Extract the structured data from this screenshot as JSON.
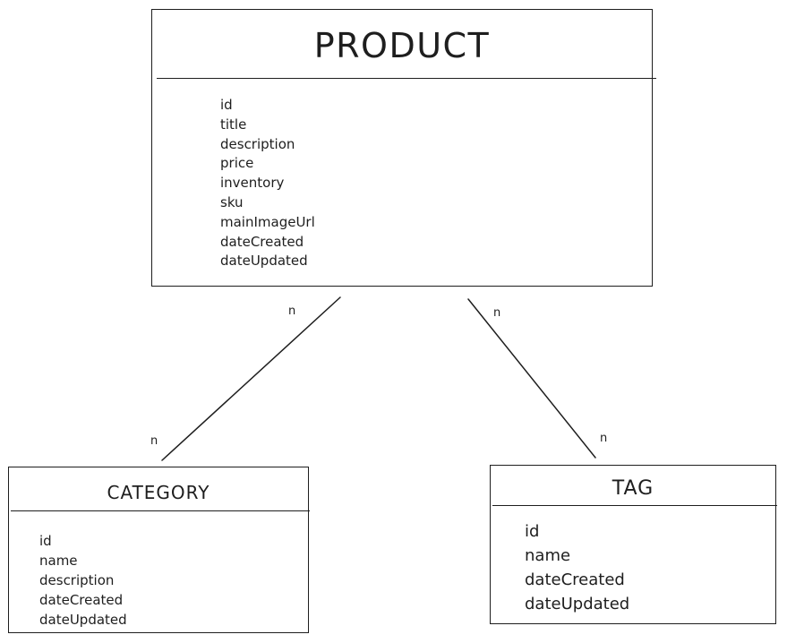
{
  "entities": {
    "product": {
      "title": "PRODUCT",
      "fields": [
        "id",
        "title",
        "description",
        "price",
        "inventory",
        "sku",
        "mainImageUrl",
        "dateCreated",
        "dateUpdated"
      ]
    },
    "category": {
      "title": "CATEGORY",
      "fields": [
        "id",
        "name",
        "description",
        "dateCreated",
        "dateUpdated"
      ]
    },
    "tag": {
      "title": "TAG",
      "fields": [
        "id",
        "name",
        "dateCreated",
        "dateUpdated"
      ]
    }
  },
  "relationships": [
    {
      "from": "PRODUCT",
      "to": "CATEGORY",
      "from_cardinality": "n",
      "to_cardinality": "n"
    },
    {
      "from": "PRODUCT",
      "to": "TAG",
      "from_cardinality": "n",
      "to_cardinality": "n"
    }
  ],
  "style": {
    "stroke_color": "#1e1e1e",
    "background": "#ffffff"
  }
}
